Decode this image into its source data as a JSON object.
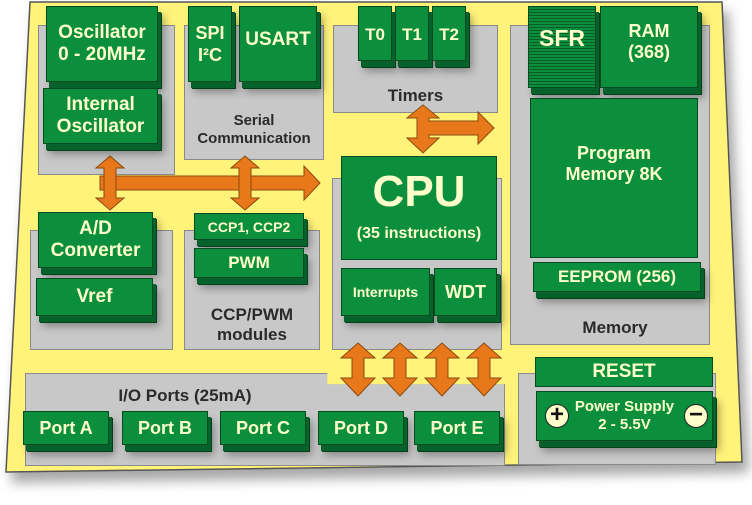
{
  "diagram": {
    "title": "PIC16F877A microcontroller block diagram",
    "colors": {
      "board": "#fff37a",
      "board_border": "#555555",
      "group_bg": "#c8c8c8",
      "block_green": "#0b8f3c",
      "block_text": "#ffffcc",
      "arrow_orange": "#e8781a",
      "group_label_text": "#2a2a2a"
    },
    "groups": {
      "oscillator": {
        "blocks": [
          "Oscillator\n0 - 20MHz",
          "Internal\nOscillator"
        ]
      },
      "serial": {
        "label": "Serial\nCommunication",
        "blocks": [
          "SPI",
          "I²C",
          "USART"
        ]
      },
      "timers": {
        "label": "Timers",
        "blocks": [
          "T0",
          "T1",
          "T2"
        ]
      },
      "memory": {
        "label": "Memory",
        "blocks": {
          "sfr": "SFR",
          "ram_title": "RAM",
          "ram_size": "(368)",
          "program_1": "Program",
          "program_2": "Memory 8K",
          "eeprom": "EEPROM (256)"
        }
      },
      "adc": {
        "blocks": [
          "A/D\nConverter",
          "Vref"
        ]
      },
      "ccp": {
        "label_1": "CCP/PWM",
        "label_2": "modules",
        "blocks": [
          "CCP1, CCP2",
          "PWM"
        ]
      },
      "cpu": {
        "title": "CPU",
        "subtitle": "(35 instructions)",
        "blocks": [
          "Interrupts",
          "WDT"
        ]
      },
      "io": {
        "label": "I/O Ports (25mA)",
        "ports": [
          "Port A",
          "Port B",
          "Port C",
          "Port D",
          "Port E"
        ]
      },
      "power": {
        "reset": "RESET",
        "supply_1": "Power Supply",
        "supply_2": "2 - 5.5V",
        "plus": "+",
        "minus": "−"
      }
    }
  }
}
